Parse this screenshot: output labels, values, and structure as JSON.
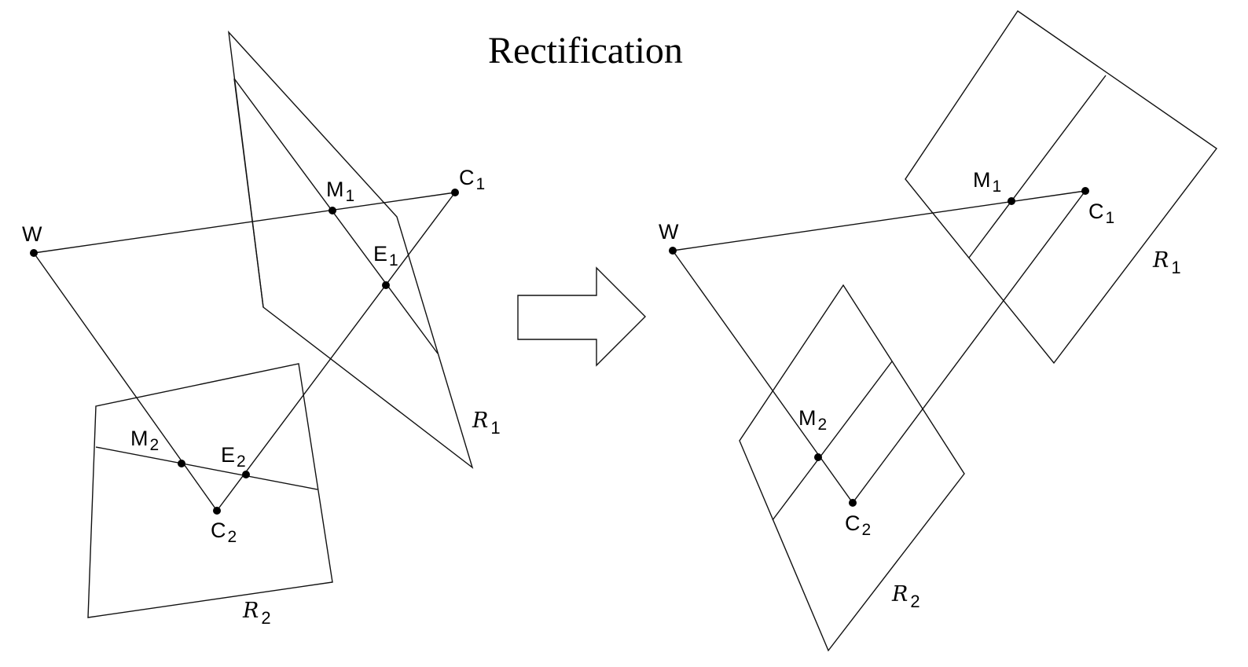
{
  "title": "Rectification",
  "left": {
    "w": "W",
    "c1": {
      "base": "C",
      "sub": "1"
    },
    "m1": {
      "base": "M",
      "sub": "1"
    },
    "e1": {
      "base": "E",
      "sub": "1"
    },
    "m2": {
      "base": "M",
      "sub": "2"
    },
    "e2": {
      "base": "E",
      "sub": "2"
    },
    "c2": {
      "base": "C",
      "sub": "2"
    },
    "r1": {
      "base": "R",
      "sub": "1"
    },
    "r2": {
      "base": "R",
      "sub": "2"
    }
  },
  "right": {
    "w": "W",
    "m1": {
      "base": "M",
      "sub": "1"
    },
    "c1": {
      "base": "C",
      "sub": "1"
    },
    "r1": {
      "base": "R",
      "sub": "1"
    },
    "m2": {
      "base": "M",
      "sub": "2"
    },
    "c2": {
      "base": "C",
      "sub": "2"
    },
    "r2": {
      "base": "R",
      "sub": "2"
    }
  },
  "arrow": {
    "icon": "right-arrow-icon"
  }
}
